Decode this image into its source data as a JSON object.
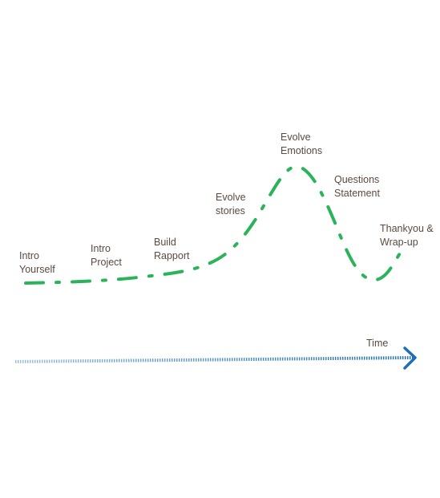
{
  "stages": [
    {
      "line1": "Intro",
      "line2": "Yourself"
    },
    {
      "line1": "Intro",
      "line2": "Project"
    },
    {
      "line1": "Build",
      "line2": "Rapport"
    },
    {
      "line1": "Evolve",
      "line2": "stories"
    },
    {
      "line1": "Evolve",
      "line2": "Emotions"
    },
    {
      "line1": "Questions",
      "line2": "Statement"
    },
    {
      "line1": "Thankyou &",
      "line2": "Wrap-up"
    }
  ],
  "axis": {
    "label": "Time"
  },
  "colors": {
    "curve": "#2bb35a",
    "axis_start": "#9bbfe3",
    "axis_end": "#1f6fb8",
    "arrow_head": "#1f6fb8",
    "label_text": "#5b4a40"
  }
}
